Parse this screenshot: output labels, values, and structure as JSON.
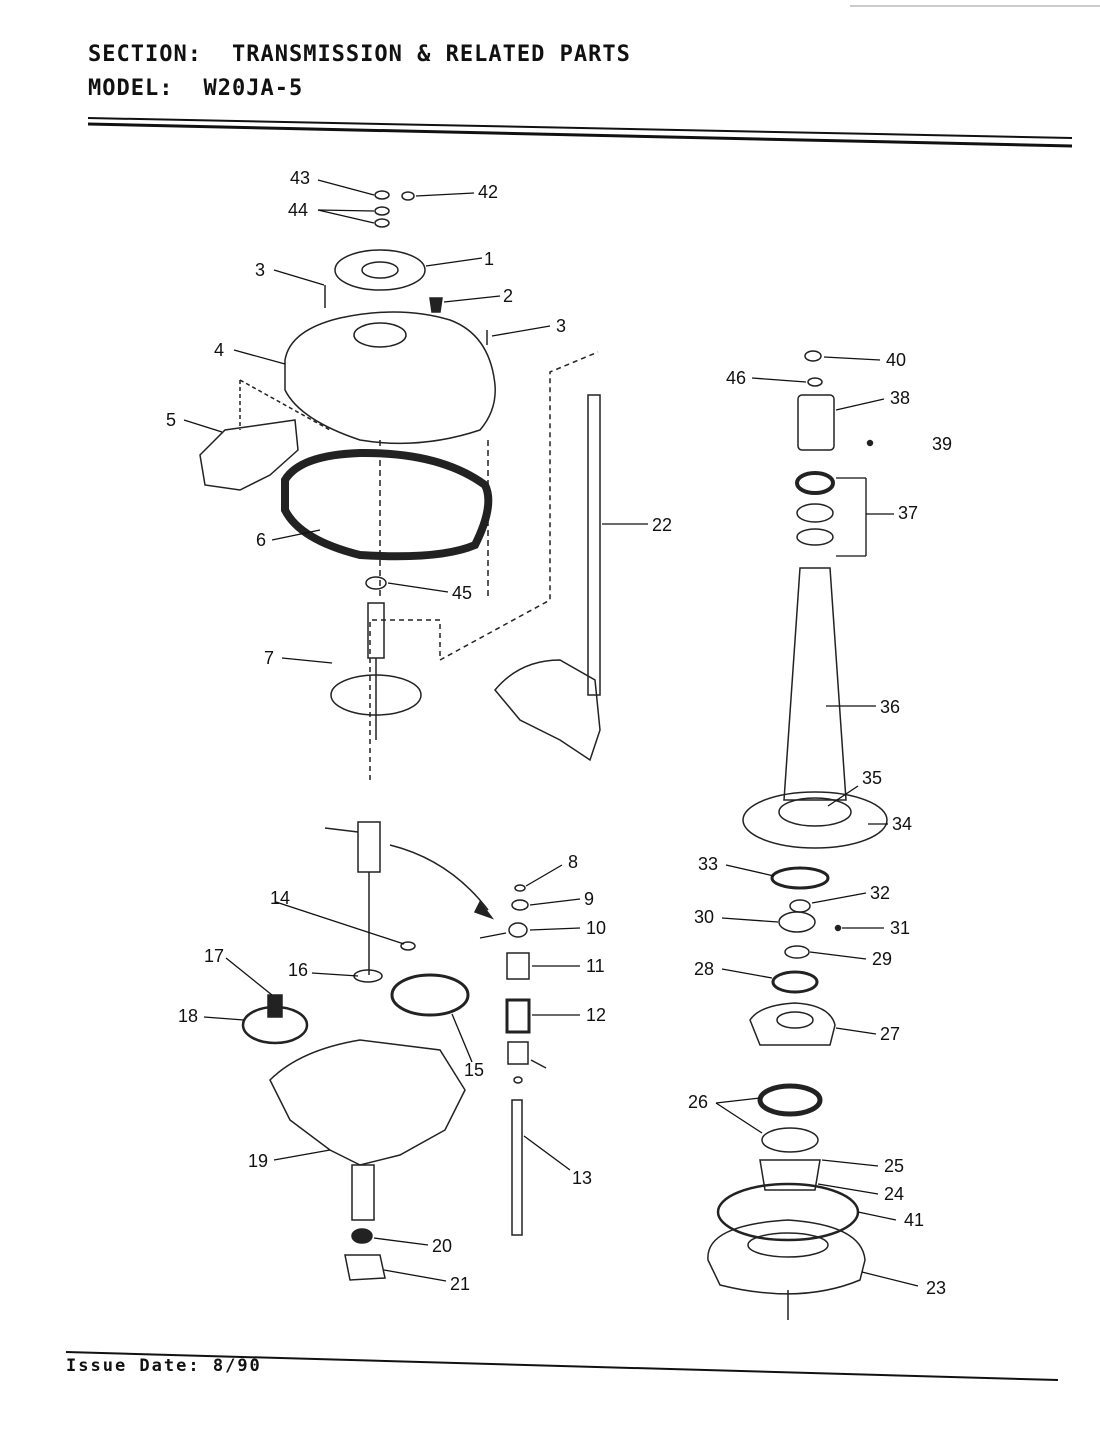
{
  "header": {
    "section_label": "SECTION:",
    "section_value": "TRANSMISSION & RELATED PARTS",
    "model_label": "MODEL:",
    "model_value": "W20JA-5"
  },
  "footer": {
    "issue_label": "Issue Date:",
    "issue_value": "8/90"
  },
  "callouts": [
    "1",
    "2",
    "3",
    "3",
    "4",
    "5",
    "6",
    "7",
    "8",
    "9",
    "10",
    "11",
    "12",
    "13",
    "14",
    "15",
    "16",
    "17",
    "18",
    "19",
    "20",
    "21",
    "22",
    "23",
    "24",
    "25",
    "26",
    "27",
    "28",
    "29",
    "30",
    "31",
    "32",
    "33",
    "34",
    "35",
    "36",
    "37",
    "38",
    "39",
    "40",
    "41",
    "42",
    "43",
    "44",
    "45",
    "46"
  ]
}
